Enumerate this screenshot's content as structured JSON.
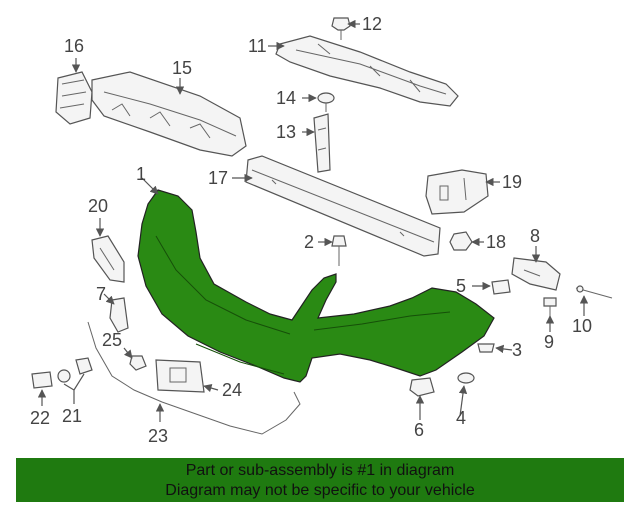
{
  "diagram": {
    "highlight_color": "#1f7a10",
    "callouts": {
      "c1": "1",
      "c2": "2",
      "c3": "3",
      "c4": "4",
      "c5": "5",
      "c6": "6",
      "c7": "7",
      "c8": "8",
      "c9": "9",
      "c10": "10",
      "c11": "11",
      "c12": "12",
      "c13": "13",
      "c14": "14",
      "c15": "15",
      "c16": "16",
      "c17": "17",
      "c18": "18",
      "c19": "19",
      "c20": "20",
      "c21": "21",
      "c22": "22",
      "c23": "23",
      "c24": "24",
      "c25": "25"
    }
  },
  "banner": {
    "line1": "Part or sub-assembly is #1 in diagram",
    "line2": "Diagram may not be specific to your vehicle",
    "background": "#1f7a10"
  }
}
